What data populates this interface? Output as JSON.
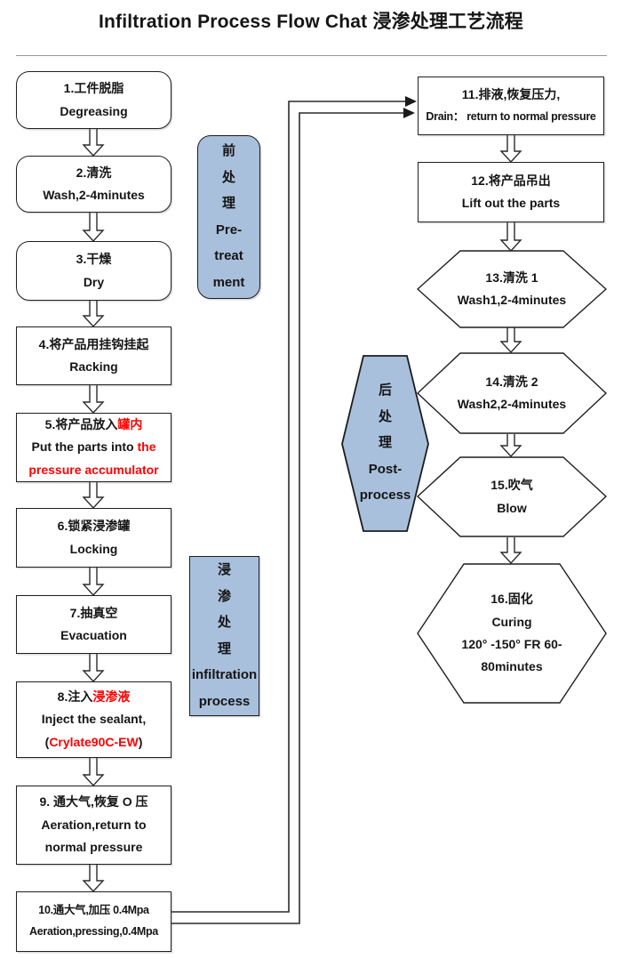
{
  "title": "Infiltration Process Flow Chat 浸渗处理工艺流程",
  "colors": {
    "accent_red": "#FF0000",
    "stage_blue_fill": "#A9C0DD",
    "shape_border": "#1F1F1F"
  },
  "stages": {
    "pre": {
      "lines": [
        "前",
        "处",
        "理",
        "Pre-",
        "treat",
        "ment"
      ]
    },
    "infiltration": {
      "lines": [
        "浸",
        "渗",
        "处",
        "理",
        "infiltration",
        "process"
      ]
    },
    "post": {
      "lines": [
        "后",
        "处",
        "理",
        "Post-",
        "process"
      ]
    }
  },
  "steps": [
    {
      "lines": [
        [
          {
            "t": "1.工件脱脂"
          }
        ],
        [
          {
            "t": "Degreasing"
          }
        ]
      ]
    },
    {
      "lines": [
        [
          {
            "t": "2.清洗"
          }
        ],
        [
          {
            "t": "Wash,2-4minutes"
          }
        ]
      ]
    },
    {
      "lines": [
        [
          {
            "t": "3.干燥"
          }
        ],
        [
          {
            "t": "Dry"
          }
        ]
      ]
    },
    {
      "lines": [
        [
          {
            "t": "4.将产品用挂钩挂起"
          }
        ],
        [
          {
            "t": "Racking"
          }
        ]
      ]
    },
    {
      "lines": [
        [
          {
            "t": "5.将产品放入"
          },
          {
            "t": "罐内",
            "red": true
          }
        ],
        [
          {
            "t": "Put the parts into "
          },
          {
            "t": "the",
            "red": true
          }
        ],
        [
          {
            "t": "pressure accumulator",
            "red": true
          }
        ]
      ]
    },
    {
      "lines": [
        [
          {
            "t": "6.锁紧浸渗罐"
          }
        ],
        [
          {
            "t": "Locking"
          }
        ]
      ]
    },
    {
      "lines": [
        [
          {
            "t": "7.抽真空"
          }
        ],
        [
          {
            "t": "Evacuation"
          }
        ]
      ]
    },
    {
      "lines": [
        [
          {
            "t": "8.注入"
          },
          {
            "t": "浸渗液",
            "red": true
          }
        ],
        [
          {
            "t": "Inject the sealant,"
          }
        ],
        [
          {
            "t": "("
          },
          {
            "t": "Crylate90C-EW",
            "red": true
          },
          {
            "t": ")"
          }
        ]
      ]
    },
    {
      "lines": [
        [
          {
            "t": "9.  通大气,恢复 O 压"
          }
        ],
        [
          {
            "t": "Aeration,return to"
          }
        ],
        [
          {
            "t": "normal pressure"
          }
        ]
      ]
    },
    {
      "lines": [
        [
          {
            "t": "10.通大气,加压 0.4Mpa"
          }
        ],
        [
          {
            "t": "Aeration,pressing,0.4Mpa"
          }
        ]
      ]
    },
    {
      "lines": [
        [
          {
            "t": "11.排液,恢复压力,"
          }
        ],
        [
          {
            "t": "Drain：  return to normal pressure"
          }
        ]
      ]
    },
    {
      "lines": [
        [
          {
            "t": "12.将产品吊出"
          }
        ],
        [
          {
            "t": "Lift out the parts"
          }
        ]
      ]
    },
    {
      "lines": [
        [
          {
            "t": "13.清洗 1"
          }
        ],
        [
          {
            "t": "Wash1,2-4minutes"
          }
        ]
      ]
    },
    {
      "lines": [
        [
          {
            "t": "14.清洗 2"
          }
        ],
        [
          {
            "t": "Wash2,2-4minutes"
          }
        ]
      ]
    },
    {
      "lines": [
        [
          {
            "t": "15.吹气"
          }
        ],
        [
          {
            "t": "Blow"
          }
        ]
      ]
    },
    {
      "lines": [
        [
          {
            "t": "16.固化"
          }
        ],
        [
          {
            "t": "Curing"
          }
        ],
        [
          {
            "t": "120° -150° FR 60-"
          }
        ],
        [
          {
            "t": "80minutes"
          }
        ]
      ]
    }
  ]
}
